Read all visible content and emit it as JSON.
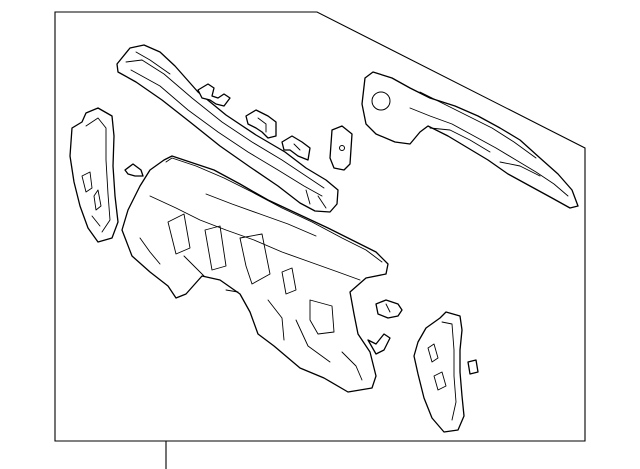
{
  "diagram": {
    "parts": [
      {
        "id": "cowl-top-panel"
      },
      {
        "id": "dash-panel"
      },
      {
        "id": "left-side-bracket"
      },
      {
        "id": "right-side-bracket"
      },
      {
        "id": "upper-reinforcement"
      },
      {
        "id": "small-clip-1"
      },
      {
        "id": "small-clip-2"
      },
      {
        "id": "small-clip-3"
      },
      {
        "id": "small-clip-4"
      },
      {
        "id": "small-clip-5"
      },
      {
        "id": "small-clip-6"
      },
      {
        "id": "small-clip-7"
      },
      {
        "id": "small-clip-8"
      }
    ],
    "colors": {
      "line": "#000000",
      "fill": "#ffffff",
      "background": "#ffffff"
    }
  }
}
